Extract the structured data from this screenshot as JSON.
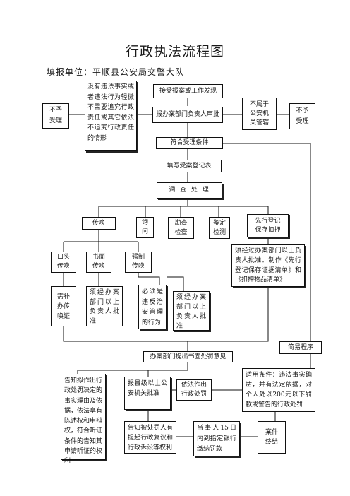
{
  "title": "行政执法流程图",
  "subtitle": "填报单位：平顺县公安局交警大队",
  "nodes": {
    "no_violation": "没有违法事实或者违法行为轻微不需要追究行政责任或其它依法不追究行政责任的情形",
    "not_accept_left": "不予\n受理",
    "receive_report": "接受报案或工作发现",
    "report_chief": "报办案部门负责人审批",
    "not_jurisdiction": "不属于\n公安机\n关管辖",
    "not_accept_right": "不予\n受理",
    "meets_conditions": "符合受理条件",
    "fill_register": "填写受案登记表",
    "investigate": "调 查 处 理",
    "summon": "传唤",
    "inquiry": "询\n问",
    "survey": "勘查\n检查",
    "appraisal": "鉴定\n检测",
    "preserve": "先行登记\n保存扣押",
    "verbal_summon": "口头\n传唤",
    "written_summon": "书面\n传唤",
    "forced_summon": "强制\n传唤",
    "preserve_approval": "须经过办案部门以上负责人批准。制作《先行登记保存证据清单》和《扣押物品清单》",
    "supplement_cert": "需补\n办传\n唤证",
    "written_approval": "须经办案部门以上负责人批准",
    "must_violate": "必须是违反治安管理的行为",
    "forced_approval": "须经办案部门以上负责人批准",
    "simple_procedure": "简易程序",
    "written_opinion": "办案部门提出书面处罚意见",
    "notify_hearing": "告知拟作出行政处罚决定的事实理由及依据，依法享有陈述权和申辩权，符合听证条件的告知其申请听证的权利",
    "report_county": "报县级以上公安机关批准",
    "make_decision": "依法作出行政处罚",
    "simple_conditions": "适用条件：违法事实确凿，并有法定依据，对个人处以200元以下罚款或警告的行政处罚",
    "notify_review": "告知被处罚人有提起行政复议和行政诉讼等权利",
    "pay_fine": "当事人15日内到指定银行缴纳罚款",
    "case_closed": "案件\n终结"
  }
}
